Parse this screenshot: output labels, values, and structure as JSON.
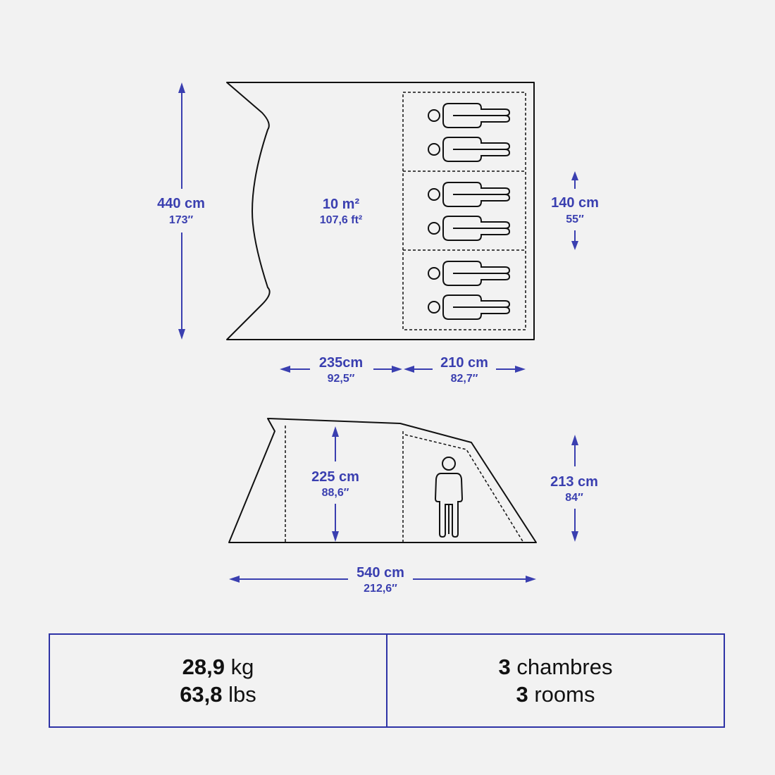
{
  "floor_plan": {
    "total_depth": {
      "main": "440 cm",
      "sub": "173″"
    },
    "area": {
      "main": "10 m²",
      "sub": "107,6 ft²"
    },
    "room_width": {
      "main": "140 cm",
      "sub": "55″"
    },
    "living_length": {
      "main": "235cm",
      "sub": "92,5″"
    },
    "bedroom_length": {
      "main": "210 cm",
      "sub": "82,7″"
    },
    "rooms": 3,
    "sleepers_per_room": 2
  },
  "side_view": {
    "living_height": {
      "main": "225 cm",
      "sub": "88,6″"
    },
    "max_height": {
      "main": "213 cm",
      "sub": "84″"
    },
    "total_length": {
      "main": "540 cm",
      "sub": "212,6″"
    }
  },
  "specs": {
    "weight_kg_value": "28,9",
    "weight_kg_unit": "kg",
    "weight_lbs_value": "63,8",
    "weight_lbs_unit": "lbs",
    "rooms_fr_value": "3",
    "rooms_fr_unit": "chambres",
    "rooms_en_value": "3",
    "rooms_en_unit": "rooms"
  },
  "colors": {
    "dimension": "#3a3fb0",
    "outline": "#111111",
    "table_border": "#2e33a6",
    "background": "#f2f2f2"
  }
}
